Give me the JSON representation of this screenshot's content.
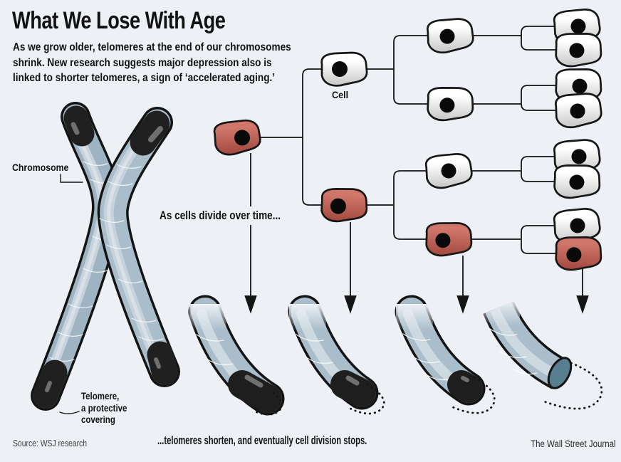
{
  "title": "What We Lose With Age",
  "subtitle": {
    "line1": "As we grow older, telomeres at the end of our chromosomes",
    "line2": "shrink. New research suggests major depression also is",
    "line3": "linked to shorter telomeres, a sign of ‘accelerated aging.’"
  },
  "diagram": {
    "cell_label": "Cell",
    "divide_note": "As cells divide over time...",
    "chromosome_label": "Chromosome",
    "telomere_label": {
      "line1": "Telomere,",
      "line2": "a protective",
      "line3": "covering"
    },
    "caption": "...telomeres shorten, and eventually cell division stops."
  },
  "footer": {
    "source": "Source: WSJ research",
    "credit": "The Wall Street Journal"
  },
  "colors": {
    "background": "#edf1f6",
    "ink": "#141414",
    "healthy_cell": "#ffffff",
    "depressed_cell": "#c5685e",
    "chromosome_body": "#a9bdca",
    "chromosome_highlight": "#c9d6df",
    "telomere_cap_black": "#1e1e1e",
    "tube_open_end": "#577f8f"
  },
  "illustrations": {
    "chromosome": "x-shaped-chromosome-with-black-telomere-caps",
    "cell_tree": "cell-division-tree-white-and-red-cells",
    "telomere_stages": "four-telomere-tips-progressively-shorter-with-dotted-lost-regions"
  }
}
